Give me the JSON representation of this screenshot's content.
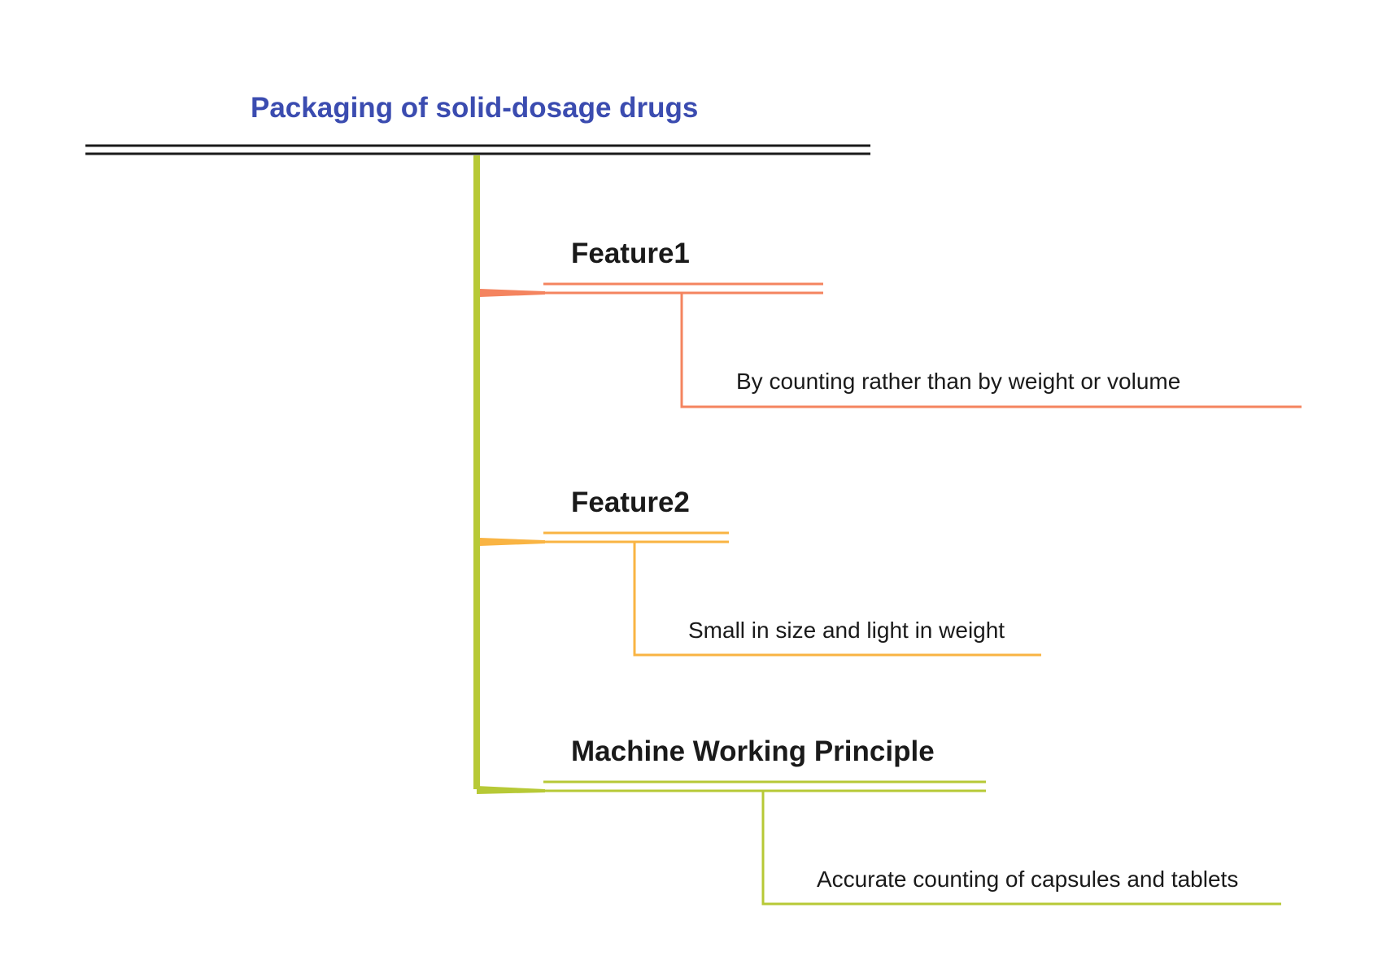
{
  "root": {
    "title": "Packaging of solid-dosage drugs"
  },
  "branches": [
    {
      "title": "Feature1",
      "color": "#f4845f",
      "children": [
        "By counting rather than by weight or volume"
      ]
    },
    {
      "title": "Feature2",
      "color": "#f9b443",
      "children": [
        "Small in size and light in weight"
      ]
    },
    {
      "title": "Machine Working Principle",
      "color": "#b7c936",
      "children": [
        "Accurate counting of capsules and tablets"
      ]
    }
  ],
  "colors": {
    "root_title": "#3b4cb0",
    "root_line": "#1a1a1a",
    "trunk": "#b7c936"
  }
}
